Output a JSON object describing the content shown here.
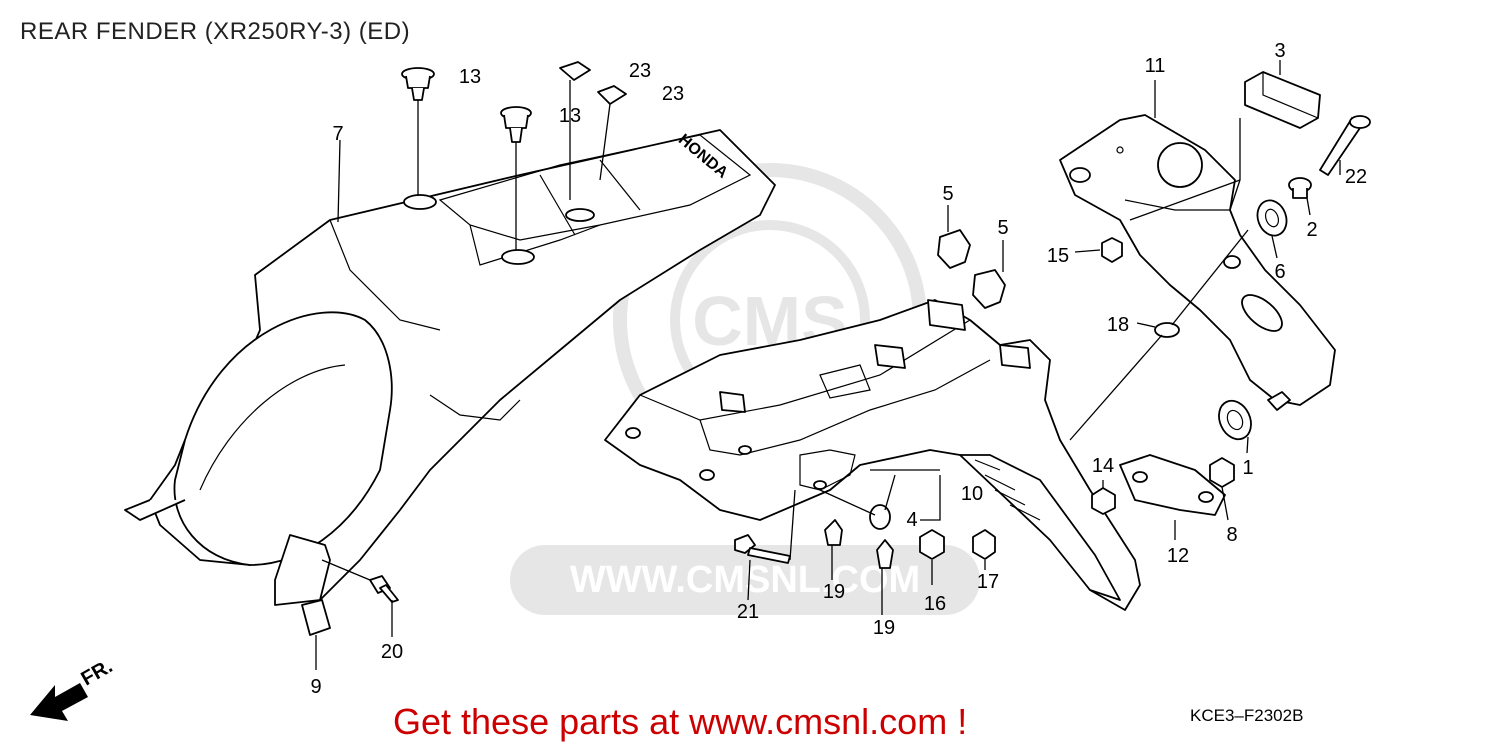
{
  "title": "REAR FENDER (XR250RY-3) (ED)",
  "footer": {
    "cta_text": "Get these parts at www.cmsnl.com !",
    "cta_color": "#cc0000",
    "drawing_code": "KCE3–F2302B"
  },
  "watermark": {
    "url_text": "WWW.CMSNL.COM",
    "brand_text": "CMS",
    "color": "#e6e6e6"
  },
  "direction_arrow": {
    "label": "FR."
  },
  "fender_brand_text": "HONDA",
  "callouts": [
    {
      "id": "c1",
      "label": "1"
    },
    {
      "id": "c2",
      "label": "2"
    },
    {
      "id": "c3",
      "label": "3"
    },
    {
      "id": "c4",
      "label": "4"
    },
    {
      "id": "c5a",
      "label": "5"
    },
    {
      "id": "c5b",
      "label": "5"
    },
    {
      "id": "c6",
      "label": "6"
    },
    {
      "id": "c7",
      "label": "7"
    },
    {
      "id": "c8",
      "label": "8"
    },
    {
      "id": "c9",
      "label": "9"
    },
    {
      "id": "c10",
      "label": "10"
    },
    {
      "id": "c11",
      "label": "11"
    },
    {
      "id": "c12",
      "label": "12"
    },
    {
      "id": "c13a",
      "label": "13"
    },
    {
      "id": "c13b",
      "label": "13"
    },
    {
      "id": "c14",
      "label": "14"
    },
    {
      "id": "c15",
      "label": "15"
    },
    {
      "id": "c16",
      "label": "16"
    },
    {
      "id": "c17",
      "label": "17"
    },
    {
      "id": "c18",
      "label": "18"
    },
    {
      "id": "c19a",
      "label": "19"
    },
    {
      "id": "c19b",
      "label": "19"
    },
    {
      "id": "c20",
      "label": "20"
    },
    {
      "id": "c21",
      "label": "21"
    },
    {
      "id": "c22",
      "label": "22"
    },
    {
      "id": "c23a",
      "label": "23"
    },
    {
      "id": "c23b",
      "label": "23"
    }
  ]
}
